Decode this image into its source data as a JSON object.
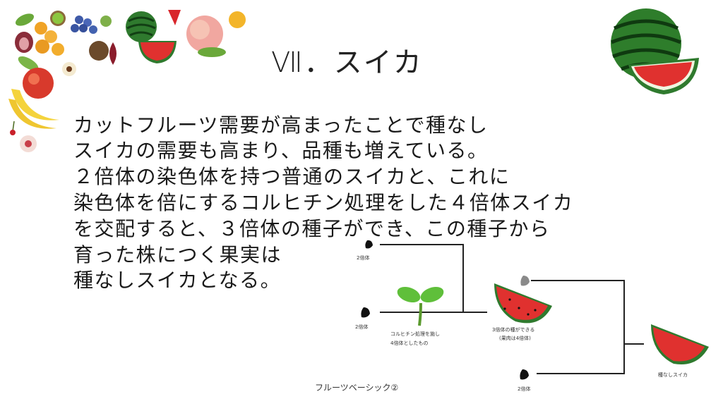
{
  "slide": {
    "title": "Ⅶ．スイカ",
    "body_lines": [
      "カットフルーツ需要が高まったことで種なし",
      "スイカの需要も高まり、品種も増えている。",
      "２倍体の染色体を持つ普通のスイカと、これに",
      "染色体を倍にするコルヒチン処理をした４倍体スイカ",
      "を交配すると、３倍体の種子ができ、この種子から",
      "育った株につく果実は",
      "種なしスイカとなる。"
    ],
    "footer": "フルーツベーシック②"
  },
  "diagram": {
    "seed_top_label": "2倍体",
    "seed_mid_label": "2倍体",
    "sprout_label_1": "コルヒチン処理を施し",
    "sprout_label_2": "4倍体としたもの",
    "melon_label_1": "3倍体の種ができる",
    "melon_label_2": "(果肉は4倍体)",
    "seed_bottom_label": "2倍体",
    "result_label": "種なしスイカ"
  },
  "colors": {
    "watermelon_red": "#e0312f",
    "watermelon_green": "#2f7a2e",
    "leaf_green": "#5fbf3a",
    "seed_black": "#111111",
    "seed_gray": "#8a8a8a",
    "line": "#222222"
  },
  "icons": [
    "fruit-border-icon",
    "watermelon-icon",
    "seed-icon",
    "sprout-icon"
  ]
}
